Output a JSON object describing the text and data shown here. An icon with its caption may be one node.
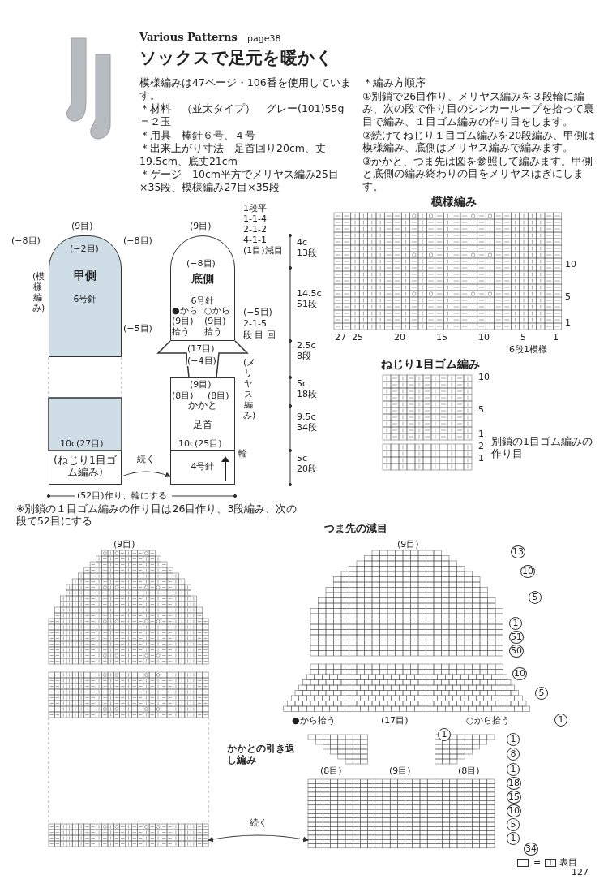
{
  "diagram": {
    "title": "ソックスで足元を暖かく",
    "nodes": [
      {
        "text": [
          "甲側",
          "6号針"
        ]
      },
      {
        "text": [
          "(ねじり1目ゴム編み)"
        ]
      },
      {
        "text": [
          "底側",
          "6号針"
        ]
      },
      {
        "text": [
          "かかと",
          "足首"
        ]
      },
      {
        "text": [
          "4号針"
        ]
      },
      {
        "text": [
          "模様編み"
        ]
      },
      {
        "text": [
          "ねじり1目ゴム編み"
        ]
      },
      {
        "text": [],
        "shape": "picture"
      },
      {
        "text": [],
        "shape": "picture"
      },
      {
        "text": [],
        "shape": "picture"
      }
    ],
    "edges": [
      {
        "from": 1,
        "to": 4,
        "label": "続く",
        "arrow": "to"
      },
      {
        "from": 7,
        "to": 9,
        "label": "続く",
        "arrow": "both"
      }
    ],
    "labels": [
      "Various Patterns",
      "page38",
      "模様編みは47ページ・106番を使用しています。",
      "＊材料　（並太タイプ）　グレー(101)55g＝２玉",
      "＊用具　棒針６号、４号",
      "＊出来上がり寸法　足首回り20cm、丈19.5cm、底丈21cm",
      "＊ゲージ　10cm平方でメリヤス編み25目×35段、模様編み27目×35段",
      "＊編み方順序",
      "①別鎖で26目作り、メリヤス編みを３段輪に編み、次の段で作り目のシンカーループを拾って裏目で編み、１目ゴム編みの作り目をします。",
      "②続けてねじり１目ゴム編みを20段編み、甲側は模様編み、底側はメリヤス編みで編みます。",
      "③かかと、つま先は図を参照して編みます。甲側と底側の編み終わりの目をメリヤスはぎにします。",
      "(9目)",
      "(−8目)",
      "(−2目)",
      "(−8目)",
      "(9目)",
      "1段平",
      "1-1-4",
      "2-1-2",
      "4-1-1",
      "(1目)減目",
      "(−8目)",
      "(模様編み)",
      "(−5目)",
      "●から(9目)拾う",
      "○から(9目)拾う",
      "(−5目)",
      "2-1-5",
      "段 目 回",
      "(17目)",
      "(−4目)",
      "(9目)",
      "(8目)",
      "(8目)",
      "10c(27目)",
      "10c(25目)",
      "輪",
      "(メリヤス編み)",
      "4c",
      "13段",
      "14.5c",
      "51段",
      "2.5c",
      "8段",
      "5c",
      "18段",
      "9.5c",
      "34段",
      "5c",
      "20段",
      "(52目)作り、輪にする",
      "※別鎖の１目ゴム編みの作り目は26目作り、3段編み、次の段で52目にする",
      "27",
      "25",
      "20",
      "15",
      "10",
      "5",
      "1",
      "10",
      "5",
      "1",
      "6段1模様",
      "10",
      "5",
      "1",
      "2",
      "1",
      "別鎖の1目ゴム編みの作り目",
      "つま先の減目",
      "(9目)",
      "(9目)",
      "13",
      "10",
      "5",
      "1",
      "51",
      "50",
      "10",
      "5",
      "●から拾う",
      "(17目)",
      "○から拾う",
      "1",
      "1",
      "かかとの引き返し編み",
      "1",
      "8",
      "(8目)",
      "(9目)",
      "(8目)",
      "1",
      "18",
      "15",
      "10",
      "5",
      "1",
      "34",
      "=",
      "127"
    ],
    "legend": [
      {
        "text": "表目"
      }
    ]
  }
}
